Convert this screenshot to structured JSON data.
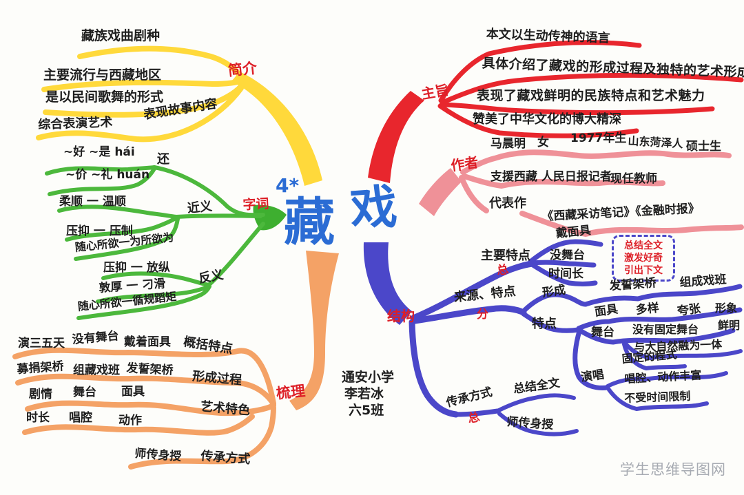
{
  "center": {
    "lesson_no": "4*",
    "title_part1": "藏",
    "title_part2": "戏",
    "school": "通安小学",
    "student": "李若冰",
    "class_name": "六5班"
  },
  "watermark": "学生思维导图网",
  "branches": {
    "intro": {
      "label": "简介",
      "items": [
        "藏族戏曲剧种",
        "主要流行与西藏地区",
        "是以民间歌舞的形式",
        "综合表演艺术",
        "表现故事内容"
      ]
    },
    "words": {
      "label": "字词",
      "hai": {
        "node": "还",
        "line1": "~好  ~是  hái",
        "line2": "~价  ~礼  huán"
      },
      "syn": {
        "node": "近义",
        "items": [
          "柔顺 一 温顺",
          "压抑 一 压制",
          "随心所欲一为所欲为"
        ]
      },
      "ant": {
        "node": "反义",
        "items": [
          "压抑 一 放纵",
          "敦厚 一 刁滑",
          "随心所欲一循规蹈矩"
        ]
      }
    },
    "outline": {
      "label": "梳理",
      "features": {
        "node": "概括特点",
        "items": [
          "演三五天",
          "没有舞台",
          "戴着面具"
        ]
      },
      "process": {
        "node": "形成过程",
        "items": [
          "募捐架桥",
          "组藏戏班",
          "发誓架桥"
        ]
      },
      "art": {
        "node": "艺术特色",
        "items": [
          "剧情",
          "舞台",
          "面具",
          "时长",
          "唱腔",
          "动作"
        ]
      },
      "heritage": {
        "node": "传承方式",
        "items": [
          "师传身授"
        ]
      }
    },
    "theme": {
      "label": "主旨",
      "items": [
        "本文以生动传神的语言",
        "具体介绍了藏戏的形成过程及独特的艺术形成",
        "表现了藏戏鲜明的民族特点和艺术魅力",
        "赞美了中华文化的博大精深"
      ]
    },
    "author": {
      "label": "作者",
      "row1": [
        "马晨明",
        "女",
        "1977年生",
        "山东菏泽人",
        "硕士生"
      ],
      "row2": [
        "支援西藏 人民日报记者",
        "现任教师"
      ],
      "works_label": "代表作",
      "works": "《西藏采访笔记》《金融时报》"
    },
    "structure": {
      "label": "结构",
      "part1": {
        "node": "主要特点",
        "tag": "总",
        "items": [
          "戴面具",
          "没舞台",
          "时间长"
        ]
      },
      "note": [
        "总结全文",
        "激发好奇",
        "引出下文"
      ],
      "part2": {
        "node": "来源、特点",
        "tag": "分",
        "formation": {
          "node": "形成",
          "items": [
            "发誓架桥",
            "组成戏班"
          ]
        },
        "features": {
          "node": "特点",
          "mask": {
            "node": "面具",
            "items": [
              "多样",
              "夸张",
              "形象",
              "鲜明"
            ]
          },
          "stage": {
            "node": "舞台",
            "items": [
              "没有固定舞台",
              "与大自然融为一体",
              "固定的程式"
            ]
          },
          "singing": {
            "node": "演唱",
            "items": [
              "唱腔、动作丰富",
              "不受时间限制"
            ]
          }
        }
      },
      "part3": {
        "node": "传承方式",
        "tag": "总",
        "items": [
          "总结全文",
          "师传身授"
        ]
      }
    }
  },
  "colors": {
    "yellow": "#FFD93B",
    "green": "#4CB83C",
    "green_dark": "#3EAF30",
    "orange": "#F4A266",
    "red": "#E8262D",
    "pink": "#EF9198",
    "blue": "#4B47C9",
    "title_blue": "#2B6CD4",
    "label_red": "#DD1F27",
    "ink": "#1E1E1E",
    "watermark_gray": "#A7ABB2"
  }
}
